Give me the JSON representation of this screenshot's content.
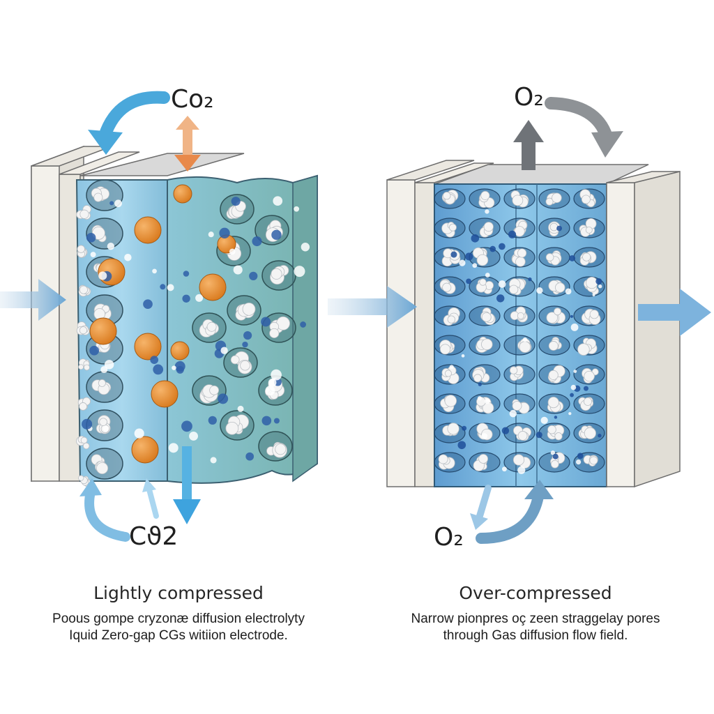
{
  "left_panel": {
    "gas_top": "Co₂",
    "gas_bottom": "Cϑ2",
    "title": "Lightly compressed",
    "caption_line1": "Poous gompe cryzonæ diffusion electrolyty",
    "caption_line2": "Iquid  Zero-gap CGs witiion electrode."
  },
  "right_panel": {
    "gas_top": "O₂",
    "gas_bottom": "O₂",
    "title": "Over-compressed",
    "caption_line1": "Narrow pionpres oç zeen straggelay pores",
    "caption_line2": "through Gas diffusion flow field."
  },
  "colors": {
    "electrolyte_blue": "#8fcbe6",
    "teal_layer": "#7fb9b5",
    "catalyst_orange": "#e8892c",
    "arrow_blue": "#5aa9d6",
    "arrow_gray": "#8a8e92",
    "plate_white": "#f1efe9"
  }
}
